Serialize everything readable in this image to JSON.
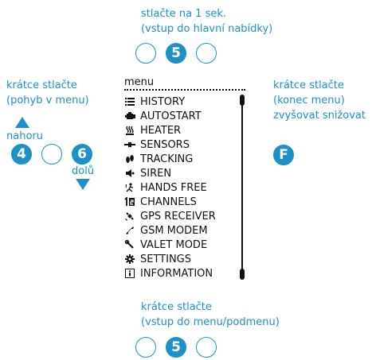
{
  "top": {
    "caption_line1": "stlačte na 1 sek.",
    "caption_line2": "(vstup do hlavní nabídky)",
    "button_label": "5"
  },
  "left": {
    "caption_line1": "krátce stlačte",
    "caption_line2": "(pohyb v menu)",
    "up_label": "nahoru",
    "down_label": "dolů",
    "button_left_label": "4",
    "button_right_label": "6"
  },
  "right": {
    "caption_line1": "krátce stlačte",
    "caption_line2": "(konec menu)",
    "caption_line3": "zvyšovat snižovat",
    "button_label": "F"
  },
  "bottom": {
    "caption_line1": "krátce stlačte",
    "caption_line2": "(vstup do menu/podmenu)",
    "button_label": "5"
  },
  "menu": {
    "title": "menu",
    "items": [
      {
        "label": "HISTORY",
        "icon": "list-icon"
      },
      {
        "label": "AUTOSTART",
        "icon": "engine-icon"
      },
      {
        "label": "HEATER",
        "icon": "heater-icon"
      },
      {
        "label": "SENSORS",
        "icon": "sensor-icon"
      },
      {
        "label": "TRACKING",
        "icon": "footprints-icon"
      },
      {
        "label": "SIREN",
        "icon": "siren-icon"
      },
      {
        "label": "HANDS FREE",
        "icon": "hands-free-icon"
      },
      {
        "label": "CHANNELS",
        "icon": "channels-icon"
      },
      {
        "label": "GPS RECEIVER",
        "icon": "satellite-icon"
      },
      {
        "label": "GSM MODEM",
        "icon": "phone-icon"
      },
      {
        "label": "VALET MODE",
        "icon": "wrench-icon"
      },
      {
        "label": "SETTINGS",
        "icon": "gear-icon"
      },
      {
        "label": "INFORMATION",
        "icon": "info-icon"
      }
    ]
  },
  "colors": {
    "accent": "#1e90c8",
    "text": "#111111"
  }
}
